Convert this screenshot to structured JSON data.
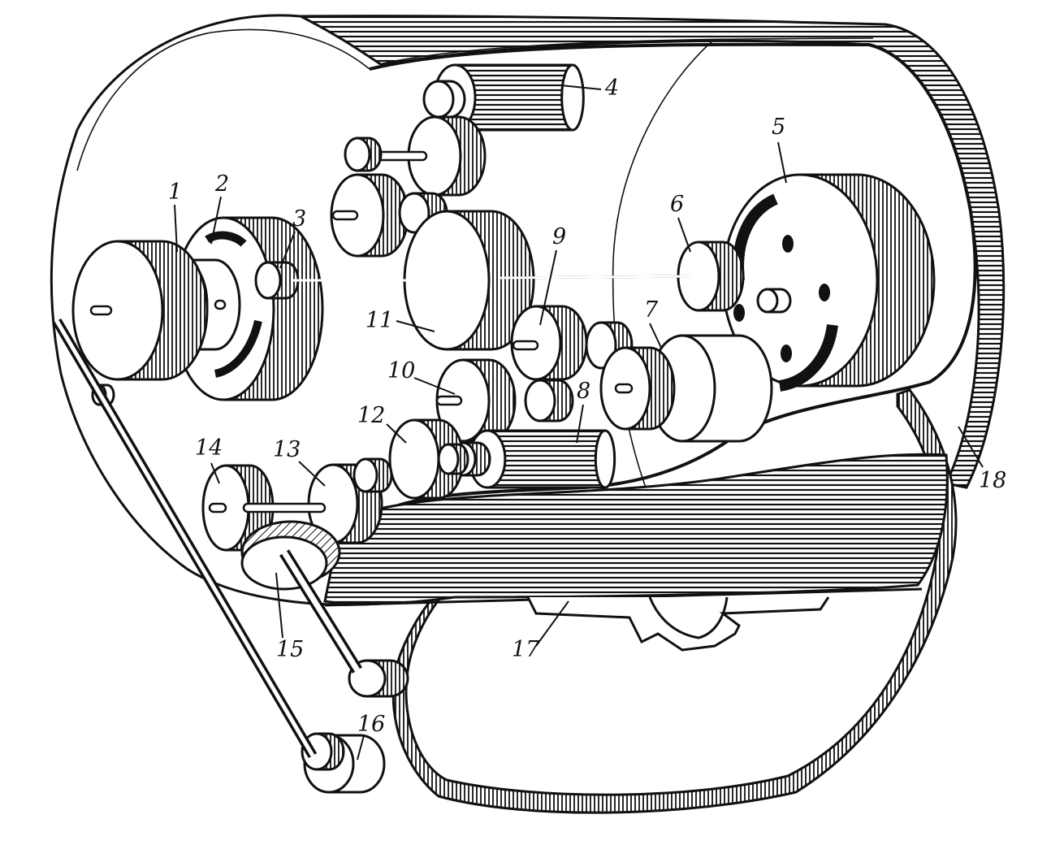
{
  "diagram": {
    "labels": [
      {
        "id": "1",
        "text": "1",
        "part": "knob"
      },
      {
        "id": "2",
        "text": "2",
        "part": "gear-wheel"
      },
      {
        "id": "3",
        "text": "3",
        "part": "pinion"
      },
      {
        "id": "4",
        "text": "4",
        "part": "cylinder"
      },
      {
        "id": "5",
        "text": "5",
        "part": "large-disc"
      },
      {
        "id": "6",
        "text": "6",
        "part": "pinion"
      },
      {
        "id": "7",
        "text": "7",
        "part": "drum"
      },
      {
        "id": "8",
        "text": "8",
        "part": "cylinder"
      },
      {
        "id": "9",
        "text": "9",
        "part": "gear"
      },
      {
        "id": "10",
        "text": "10",
        "part": "gear"
      },
      {
        "id": "11",
        "text": "11",
        "part": "large-gear"
      },
      {
        "id": "12",
        "text": "12",
        "part": "gear"
      },
      {
        "id": "13",
        "text": "13",
        "part": "gear"
      },
      {
        "id": "14",
        "text": "14",
        "part": "gear"
      },
      {
        "id": "15",
        "text": "15",
        "part": "bevel-gear"
      },
      {
        "id": "16",
        "text": "16",
        "part": "knob"
      },
      {
        "id": "17",
        "text": "17",
        "part": "bracket"
      },
      {
        "id": "18",
        "text": "18",
        "part": "housing"
      }
    ]
  }
}
